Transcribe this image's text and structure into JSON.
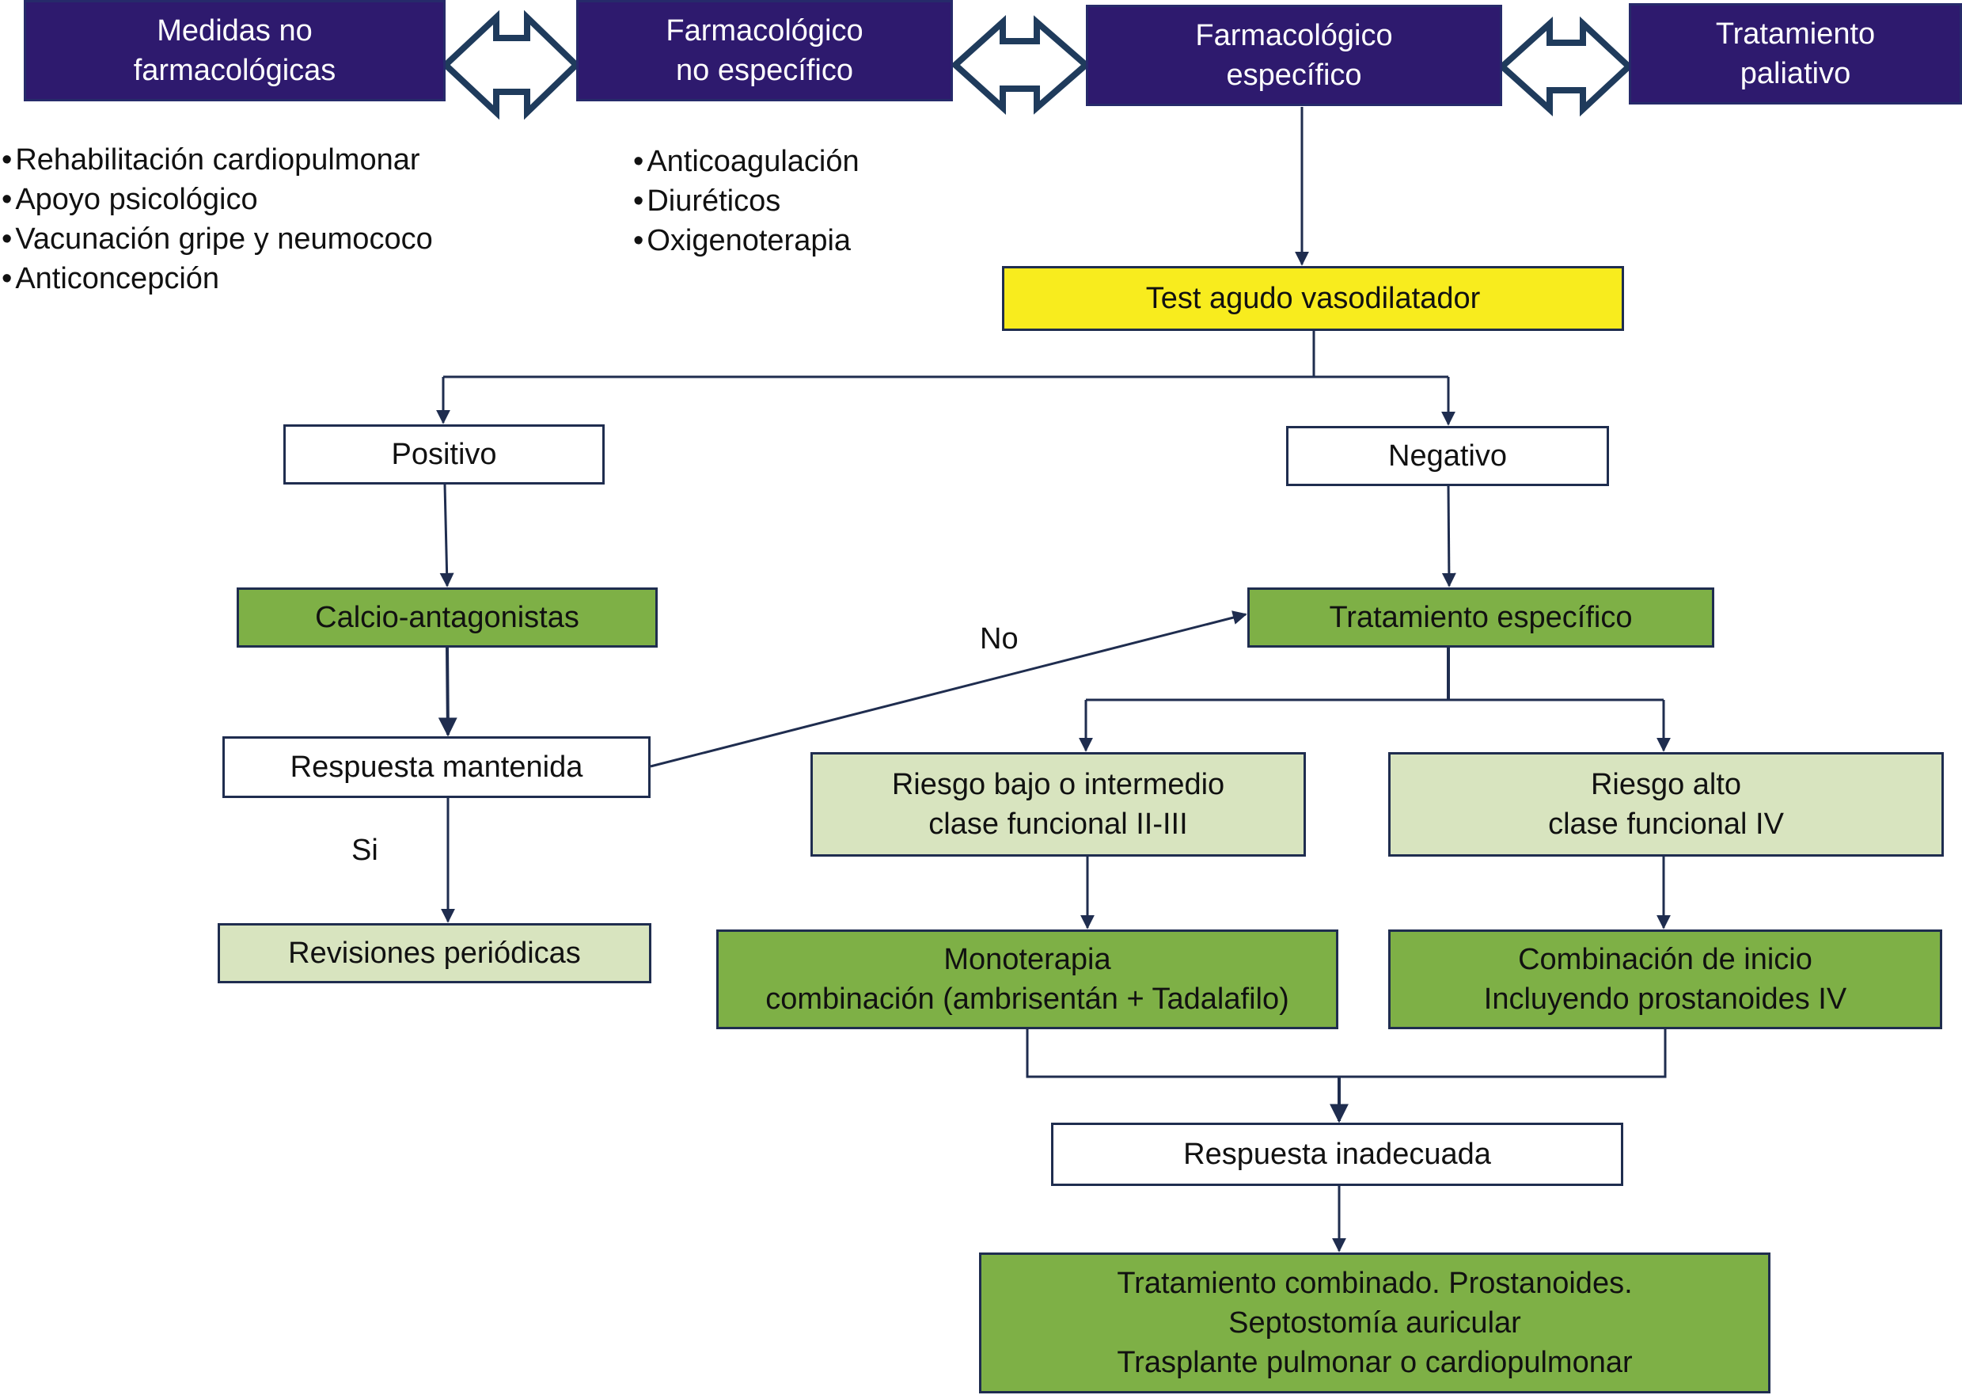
{
  "top_row": {
    "no_farmacologicas": [
      "Medidas  no",
      "farmacológicas"
    ],
    "farm_no_especifico": [
      "Farmacológico",
      "no específico"
    ],
    "farm_especifico": [
      "Farmacológico",
      "específico"
    ],
    "paliativo": [
      "Tratamiento",
      "paliativo"
    ]
  },
  "lists": {
    "no_farmacologicas": [
      "Rehabilitación cardiopulmonar",
      "Apoyo psicológico",
      "Vacunación gripe y neumococo",
      "Anticoncepción"
    ],
    "farm_no_especifico": [
      "Anticoagulación",
      "Diuréticos",
      "Oxigenoterapia"
    ]
  },
  "nodes": {
    "test": "Test agudo vasodilatador",
    "positivo": "Positivo",
    "negativo": "Negativo",
    "calcio": "Calcio-antagonistas",
    "tratamiento_especifico": "Tratamiento específico",
    "respuesta_mantenida": "Respuesta mantenida",
    "revisiones": "Revisiones periódicas",
    "riesgo_bajo": [
      "Riesgo bajo o intermedio",
      "clase funcional II-III"
    ],
    "riesgo_alto": [
      "Riesgo alto",
      "clase funcional IV"
    ],
    "monoterapia": [
      "Monoterapia",
      "combinación  (ambrisentán  + Tadalafilo)"
    ],
    "combinacion": [
      "Combinación de inicio",
      "Incluyendo prostanoides IV"
    ],
    "respuesta_inadecuada": "Respuesta inadecuada",
    "final": [
      "Tratamiento combinado. Prostanoides.",
      "Septostomía auricular",
      "Trasplante pulmonar o cardiopulmonar"
    ]
  },
  "edge_labels": {
    "no": "No",
    "si": "Si"
  },
  "colors": {
    "header_box": "#2e1a6e",
    "test_box": "#f8ec1e",
    "green_box": "#7eb046",
    "light_green_box": "#d8e4bf",
    "line": "#1f2d4f",
    "double_arrow": "#1f3b5c"
  }
}
